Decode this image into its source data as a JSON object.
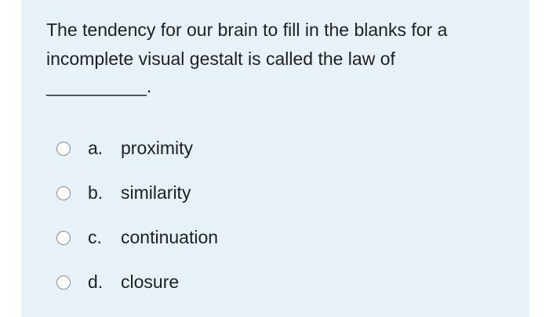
{
  "question": {
    "text": "The tendency for our brain to fill in the blanks for a incomplete visual gestalt is called the law of",
    "blank": "__________."
  },
  "options": [
    {
      "letter": "a.",
      "text": "proximity"
    },
    {
      "letter": "b.",
      "text": "similarity"
    },
    {
      "letter": "c.",
      "text": "continuation"
    },
    {
      "letter": "d.",
      "text": "closure"
    }
  ]
}
